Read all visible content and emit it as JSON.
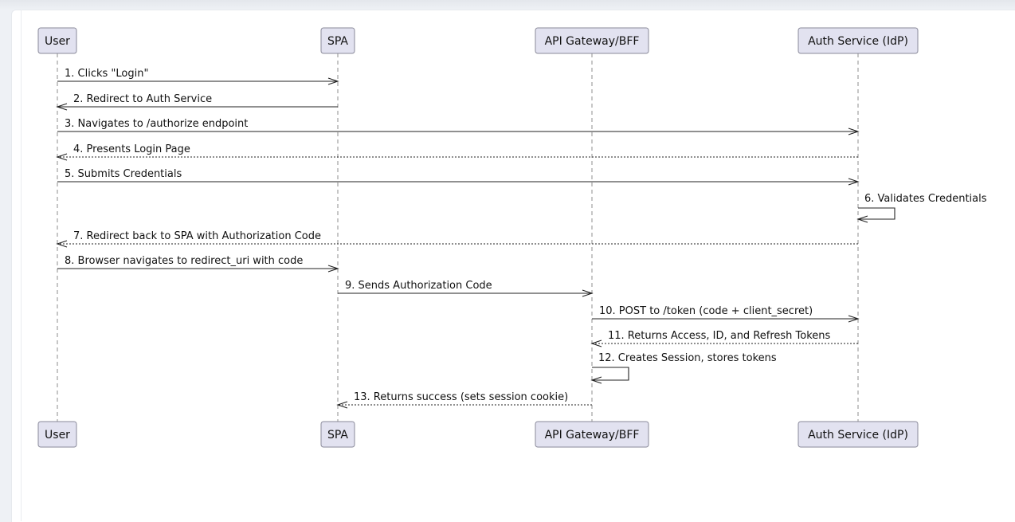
{
  "participants": [
    "User",
    "SPA",
    "API Gateway/BFF",
    "Auth Service (IdP)"
  ],
  "messages": [
    {
      "from": 0,
      "to": 1,
      "label": "1. Clicks \"Login\"",
      "style": "solid"
    },
    {
      "from": 1,
      "to": 0,
      "label": "2. Redirect to Auth Service",
      "style": "solid"
    },
    {
      "from": 0,
      "to": 3,
      "label": "3. Navigates to /authorize endpoint",
      "style": "solid"
    },
    {
      "from": 3,
      "to": 0,
      "label": "4. Presents Login Page",
      "style": "dashed"
    },
    {
      "from": 0,
      "to": 3,
      "label": "5. Submits Credentials",
      "style": "solid"
    },
    {
      "from": 3,
      "to": 3,
      "label": "6. Validates Credentials",
      "style": "solid"
    },
    {
      "from": 3,
      "to": 0,
      "label": "7. Redirect back to SPA with Authorization Code",
      "style": "dashed"
    },
    {
      "from": 0,
      "to": 1,
      "label": "8. Browser navigates to redirect_uri with code",
      "style": "solid"
    },
    {
      "from": 1,
      "to": 2,
      "label": "9. Sends Authorization Code",
      "style": "solid"
    },
    {
      "from": 2,
      "to": 3,
      "label": "10. POST to /token (code + client_secret)",
      "style": "solid"
    },
    {
      "from": 3,
      "to": 2,
      "label": "11. Returns Access, ID, and Refresh Tokens",
      "style": "dashed"
    },
    {
      "from": 2,
      "to": 2,
      "label": "12. Creates Session, stores tokens",
      "style": "solid"
    },
    {
      "from": 2,
      "to": 1,
      "label": "13. Returns success (sets session cookie)",
      "style": "dashed"
    }
  ],
  "colors": {
    "participant_fill": "#e2e2f0",
    "participant_border": "#8a8a9a",
    "lifeline": "#8c8c8c",
    "arrow": "#222222"
  }
}
